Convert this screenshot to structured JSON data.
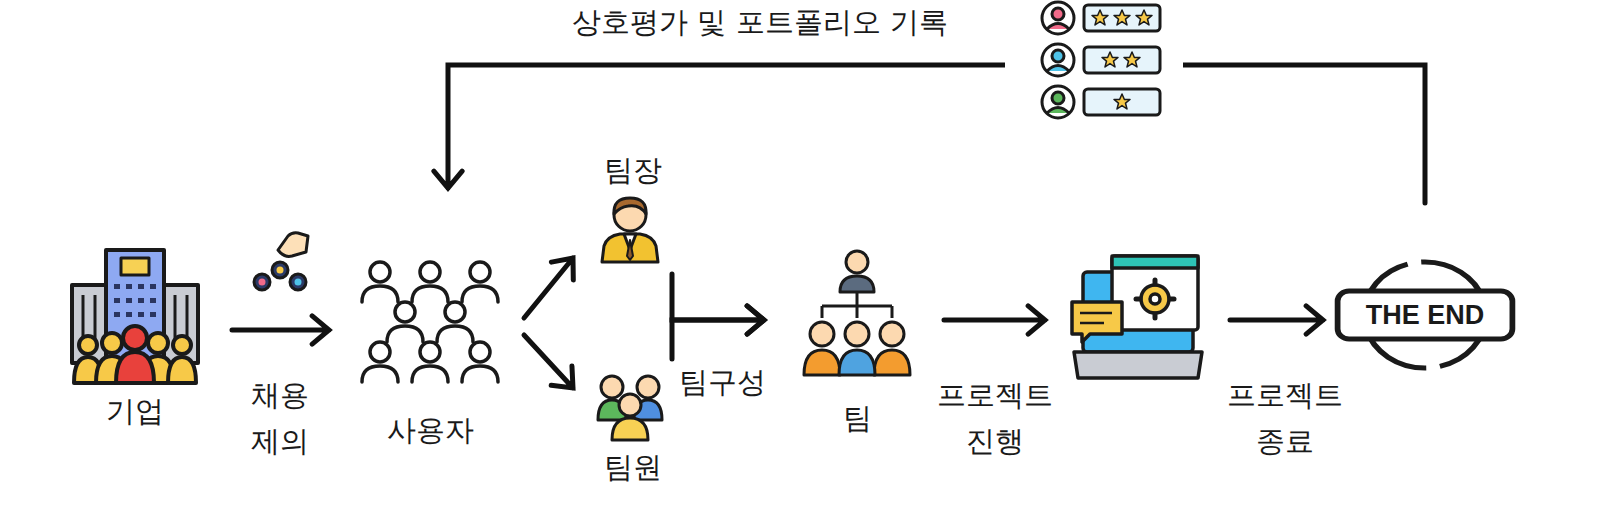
{
  "diagram": {
    "nodes": [
      {
        "text": [
          "기업"
        ]
      },
      {
        "text": [
          "사용자"
        ]
      },
      {
        "text": [
          "팀장"
        ]
      },
      {
        "text": [
          "팀원"
        ]
      },
      {
        "text": [
          "팀"
        ]
      },
      {
        "text": []
      },
      {
        "text": [
          "THE END"
        ]
      }
    ],
    "edges": [
      {
        "from": 0,
        "to": 1,
        "label": "채용 제의",
        "arrow": "to"
      },
      {
        "from": 1,
        "to": 2,
        "arrow": "to"
      },
      {
        "from": 1,
        "to": 3,
        "arrow": "to"
      },
      {
        "from": 2,
        "to": 4,
        "label": "팀구성",
        "arrow": "to"
      },
      {
        "from": 3,
        "to": 4,
        "arrow": "to"
      },
      {
        "from": 4,
        "to": 5,
        "label": "프로젝트 진행",
        "arrow": "to"
      },
      {
        "from": 5,
        "to": 6,
        "label": "프로젝트 종료",
        "arrow": "to"
      },
      {
        "from": 6,
        "to": 1,
        "label": "상호평가  및 포트폴리오 기록",
        "arrow": "to"
      }
    ]
  }
}
